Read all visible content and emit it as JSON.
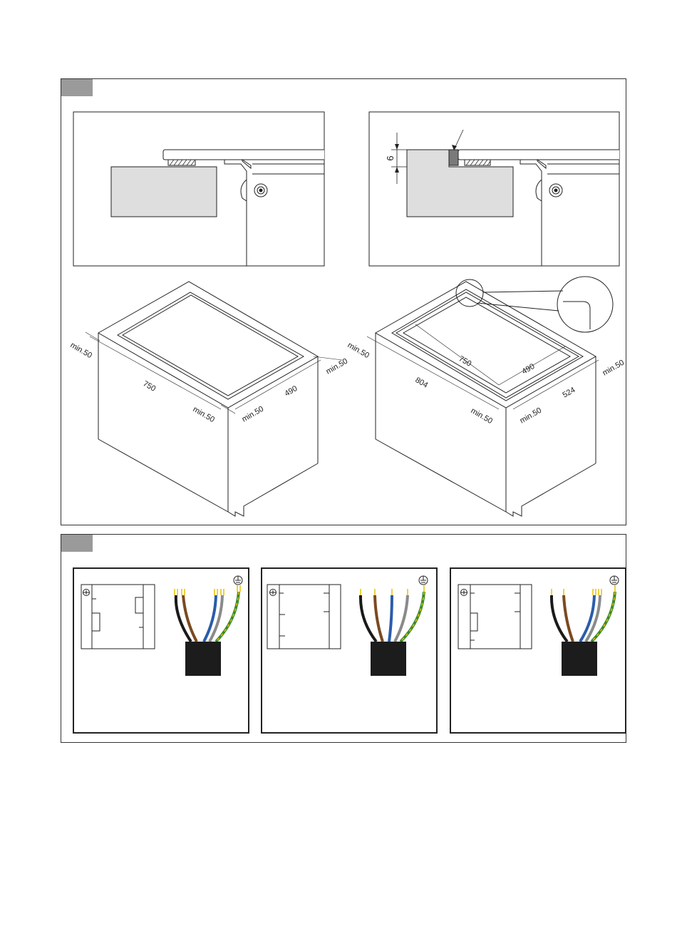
{
  "figure_a": {
    "left_cube": {
      "width_label": "750",
      "depth_label": "490",
      "min_labels": [
        "min.50",
        "min.50",
        "min.50",
        "min.50"
      ]
    },
    "right_cube": {
      "inner_width_label": "750",
      "inner_depth_label": "490",
      "outer_width_label": "804",
      "outer_depth_label": "524",
      "min_labels": [
        "min.50",
        "min.50",
        "min.50",
        "min.50"
      ]
    },
    "detail_height_label": "6"
  },
  "colors": {
    "wire_black": "#1a1a1a",
    "wire_brown": "#7a4a20",
    "wire_blue": "#2a5caa",
    "wire_grey": "#8a8a8a",
    "wire_green": "#3a8a2a",
    "wire_yellow": "#e8c000",
    "cable_body": "#1c1c1c",
    "panel_tab": "#9a9a9a",
    "worktop_fill": "#dedede"
  }
}
